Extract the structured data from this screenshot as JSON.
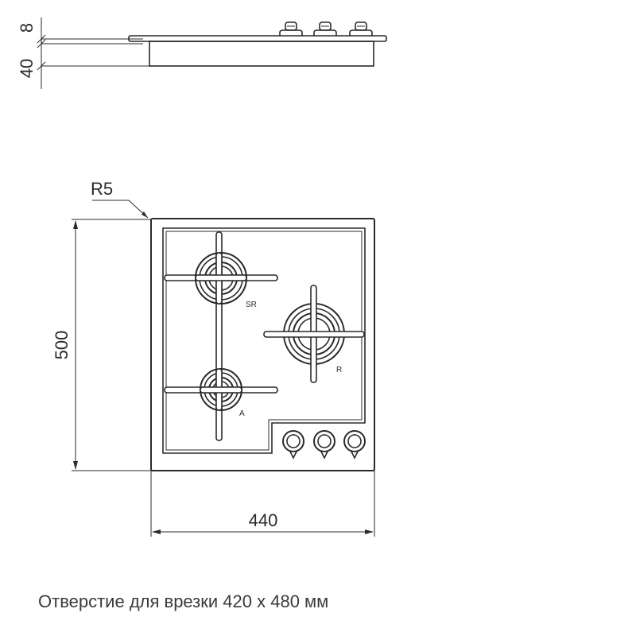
{
  "side_view": {
    "top_thickness_label": "8",
    "body_depth_label": "40"
  },
  "top_view": {
    "corner_radius_label": "R5",
    "height_label": "500",
    "width_label": "440",
    "burners": [
      {
        "label": "SR"
      },
      {
        "label": "R"
      },
      {
        "label": "A"
      }
    ],
    "knob_count": 3
  },
  "caption": "Отверстие для врезки 420 x 480 мм",
  "colors": {
    "line": "#2a2a2a",
    "background": "#ffffff"
  }
}
